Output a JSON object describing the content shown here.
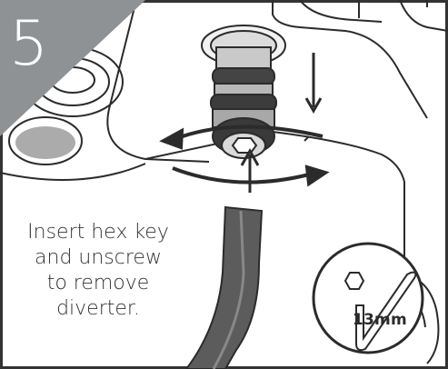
{
  "step": {
    "number": "5"
  },
  "instruction": {
    "lines": [
      "Insert hex key",
      "and unscrew",
      "to remove",
      "diverter."
    ]
  },
  "tool": {
    "size_label": "13mm"
  },
  "colors": {
    "badge": "#8e9294",
    "line": "#2b2b2b",
    "border": "#333333"
  }
}
